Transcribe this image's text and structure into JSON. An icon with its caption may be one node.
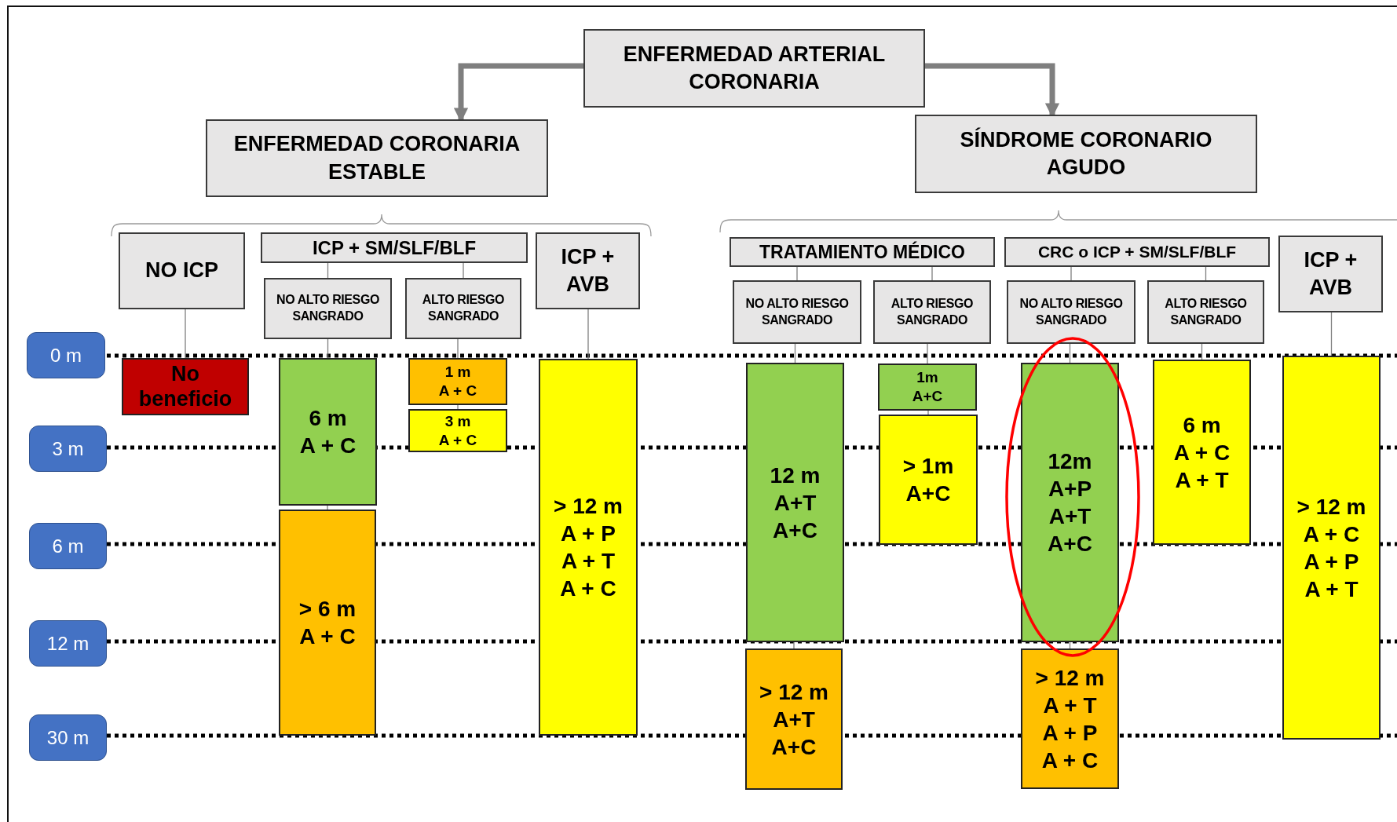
{
  "diagram": {
    "nodes": [
      {
        "text": [
          "ENFERMEDAD ARTERIAL CORONARIA"
        ]
      },
      {
        "text": [
          "ENFERMEDAD CORONARIA ESTABLE"
        ]
      },
      {
        "text": [
          "SÍNDROME CORONARIO AGUDO"
        ]
      },
      {
        "text": [
          "NO ICP"
        ]
      },
      {
        "text": [
          "ICP + SM/SLF/BLF"
        ]
      },
      {
        "text": [
          "NO ALTO RIESGO SANGRADO"
        ]
      },
      {
        "text": [
          "ALTO RIESGO SANGRADO"
        ]
      },
      {
        "text": [
          "ICP + AVB"
        ]
      },
      {
        "text": [
          "TRATAMIENTO MÉDICO"
        ]
      },
      {
        "text": [
          "NO ALTO RIESGO SANGRADO"
        ]
      },
      {
        "text": [
          "ALTO RIESGO SANGRADO"
        ]
      },
      {
        "text": [
          "CRC o ICP + SM/SLF/BLF"
        ]
      },
      {
        "text": [
          "NO ALTO RIESGO SANGRADO"
        ]
      },
      {
        "text": [
          "ALTO RIESGO SANGRADO"
        ]
      },
      {
        "text": [
          "ICP + AVB"
        ]
      },
      {
        "text": [
          "No beneficio"
        ]
      },
      {
        "text": [
          "6 m",
          "A + C"
        ]
      },
      {
        "text": [
          "> 6 m",
          "A + C"
        ]
      },
      {
        "text": [
          "1 m",
          "A + C"
        ]
      },
      {
        "text": [
          "3 m",
          "A + C"
        ]
      },
      {
        "text": [
          "> 12 m",
          "A + P",
          "A + T",
          "A + C"
        ]
      },
      {
        "text": [
          "12 m",
          "A+T",
          "A+C"
        ]
      },
      {
        "text": [
          "> 12 m",
          "A+T",
          "A+C"
        ]
      },
      {
        "text": [
          "1m",
          "A+C"
        ]
      },
      {
        "text": [
          "> 1m",
          "A+C"
        ]
      },
      {
        "text": [
          "12m",
          "A+P",
          "A+T",
          "A+C"
        ]
      },
      {
        "text": [
          "> 12 m",
          "A + T",
          "A + P",
          "A + C"
        ]
      },
      {
        "text": [
          "6 m",
          "A + C",
          "A + T"
        ]
      },
      {
        "text": [
          "> 12 m",
          "A + C",
          "A + P",
          "A + T"
        ]
      },
      {
        "text": [
          "0 m"
        ]
      },
      {
        "text": [
          "3 m"
        ]
      },
      {
        "text": [
          "6 m"
        ]
      },
      {
        "text": [
          "12 m"
        ]
      },
      {
        "text": [
          "30 m"
        ]
      }
    ],
    "edges": [
      {
        "from": 0,
        "to": 1,
        "arrow": "to",
        "style": "thick"
      },
      {
        "from": 0,
        "to": 2,
        "arrow": "to",
        "style": "thick"
      },
      {
        "from": 4,
        "to": 5,
        "arrow": "none"
      },
      {
        "from": 4,
        "to": 6,
        "arrow": "none"
      },
      {
        "from": 8,
        "to": 9,
        "arrow": "none"
      },
      {
        "from": 8,
        "to": 10,
        "arrow": "none"
      },
      {
        "from": 11,
        "to": 12,
        "arrow": "none"
      },
      {
        "from": 11,
        "to": 13,
        "arrow": "none"
      },
      {
        "from": 3,
        "to": 15,
        "arrow": "none"
      },
      {
        "from": 5,
        "to": 16,
        "arrow": "none"
      },
      {
        "from": 16,
        "to": 17,
        "arrow": "none"
      },
      {
        "from": 6,
        "to": 18,
        "arrow": "none"
      },
      {
        "from": 18,
        "to": 19,
        "arrow": "none"
      },
      {
        "from": 7,
        "to": 20,
        "arrow": "none"
      },
      {
        "from": 9,
        "to": 21,
        "arrow": "none"
      },
      {
        "from": 21,
        "to": 22,
        "arrow": "none"
      },
      {
        "from": 10,
        "to": 23,
        "arrow": "none"
      },
      {
        "from": 23,
        "to": 24,
        "arrow": "none"
      },
      {
        "from": 12,
        "to": 25,
        "arrow": "none"
      },
      {
        "from": 25,
        "to": 26,
        "arrow": "none"
      },
      {
        "from": 13,
        "to": 27,
        "arrow": "none"
      },
      {
        "from": 14,
        "to": 28,
        "arrow": "none"
      }
    ]
  }
}
